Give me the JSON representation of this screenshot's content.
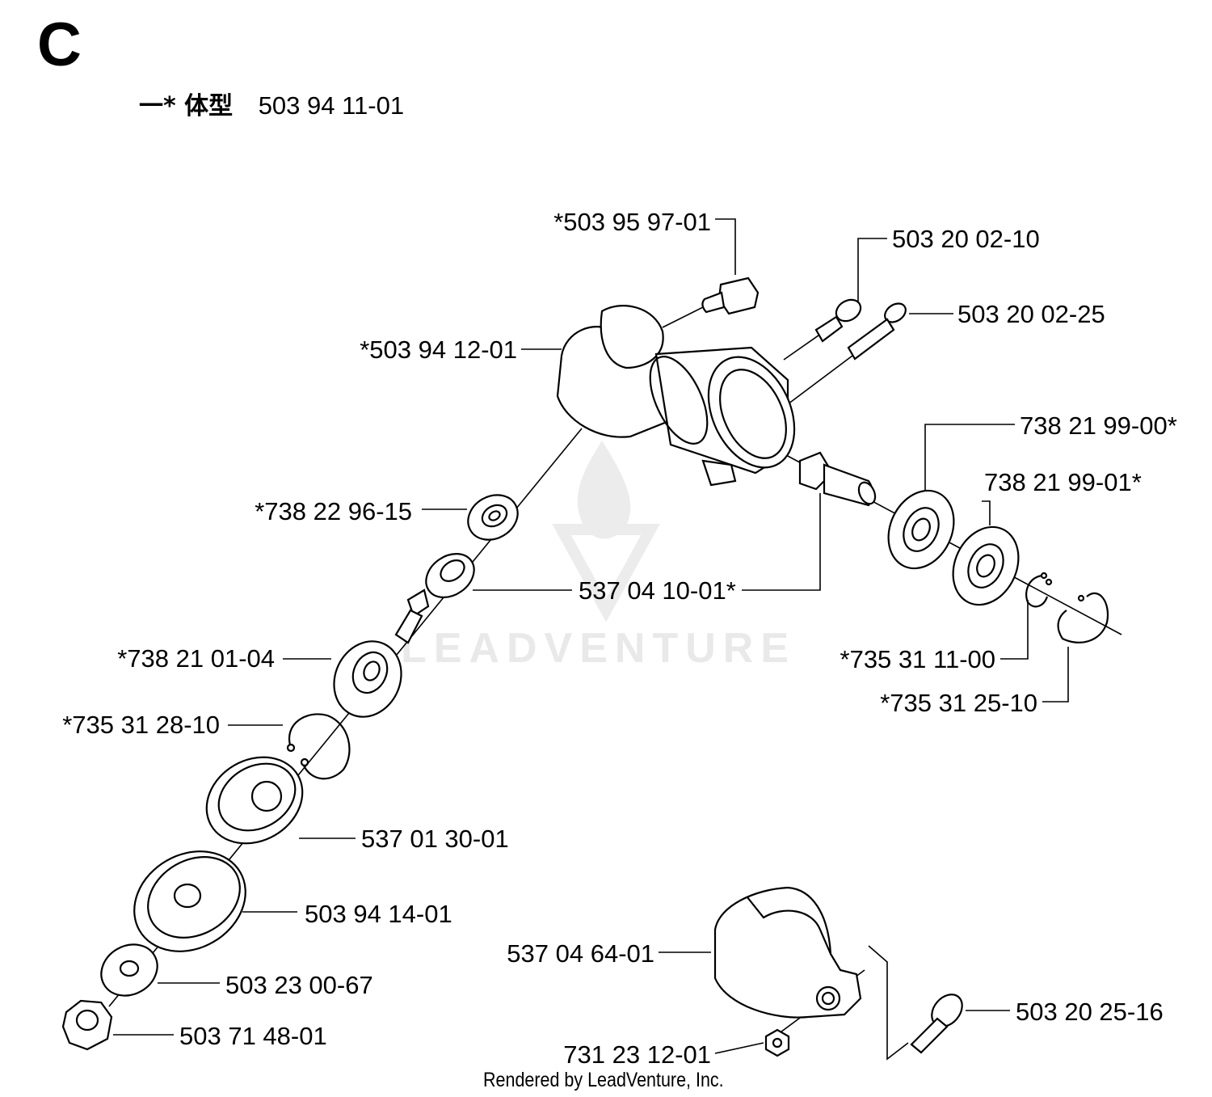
{
  "section_letter": "C",
  "assembly": {
    "key": "一* 体型",
    "part_number": "503 94 11-01"
  },
  "watermark": {
    "text": "LEADVENTURE"
  },
  "footer": "Rendered by LeadVenture, Inc.",
  "parts": [
    {
      "id": "bolt-top",
      "label": "*503 95 97-01"
    },
    {
      "id": "screw-a",
      "label": "503 20 02-10"
    },
    {
      "id": "screw-b",
      "label": "503 20 02-25"
    },
    {
      "id": "gear-housing",
      "label": "*503 94 12-01"
    },
    {
      "id": "bearing-large-1",
      "label": "738 21 99-00*"
    },
    {
      "id": "bearing-large-2",
      "label": "738 21 99-01*"
    },
    {
      "id": "bearing-small",
      "label": "*738 22 96-15"
    },
    {
      "id": "bevel-gear-set",
      "label": "537 04 10-01*"
    },
    {
      "id": "bearing-shaft",
      "label": "*738 21 01-04"
    },
    {
      "id": "circlip-small",
      "label": "*735 31 11-00"
    },
    {
      "id": "circlip-large",
      "label": "*735 31 25-10"
    },
    {
      "id": "snap-ring",
      "label": "*735 31 28-10"
    },
    {
      "id": "cup-upper",
      "label": "537 01 30-01"
    },
    {
      "id": "cup-lower",
      "label": "503 94 14-01"
    },
    {
      "id": "washer",
      "label": "503 23 00-67"
    },
    {
      "id": "nut",
      "label": "503 71 48-01"
    },
    {
      "id": "shield-clamp",
      "label": "537 04 64-01"
    },
    {
      "id": "screw-clamp",
      "label": "503 20 25-16"
    },
    {
      "id": "nut-clamp",
      "label": "731 23 12-01"
    }
  ]
}
